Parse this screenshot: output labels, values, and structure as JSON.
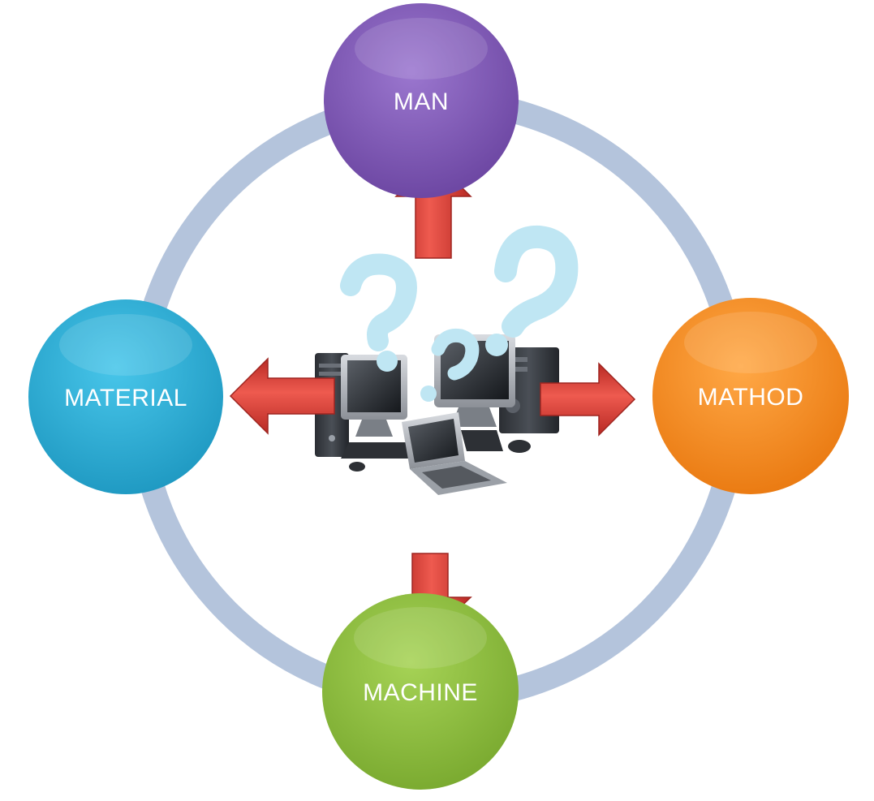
{
  "diagram": {
    "nodes": {
      "man": {
        "label": "MAN",
        "color": "#7E57B2"
      },
      "method": {
        "label": "MATHOD",
        "color": "#F58C22"
      },
      "machine": {
        "label": "MACHINE",
        "color": "#8DBE3E"
      },
      "material": {
        "label": "MATERIAL",
        "color": "#2AAFD7"
      }
    },
    "ring_color": "#B4C4DC",
    "arrow_color": "#D63A33",
    "question_mark_color": "#BFE6F3",
    "center_illustration": "computers-icon"
  }
}
